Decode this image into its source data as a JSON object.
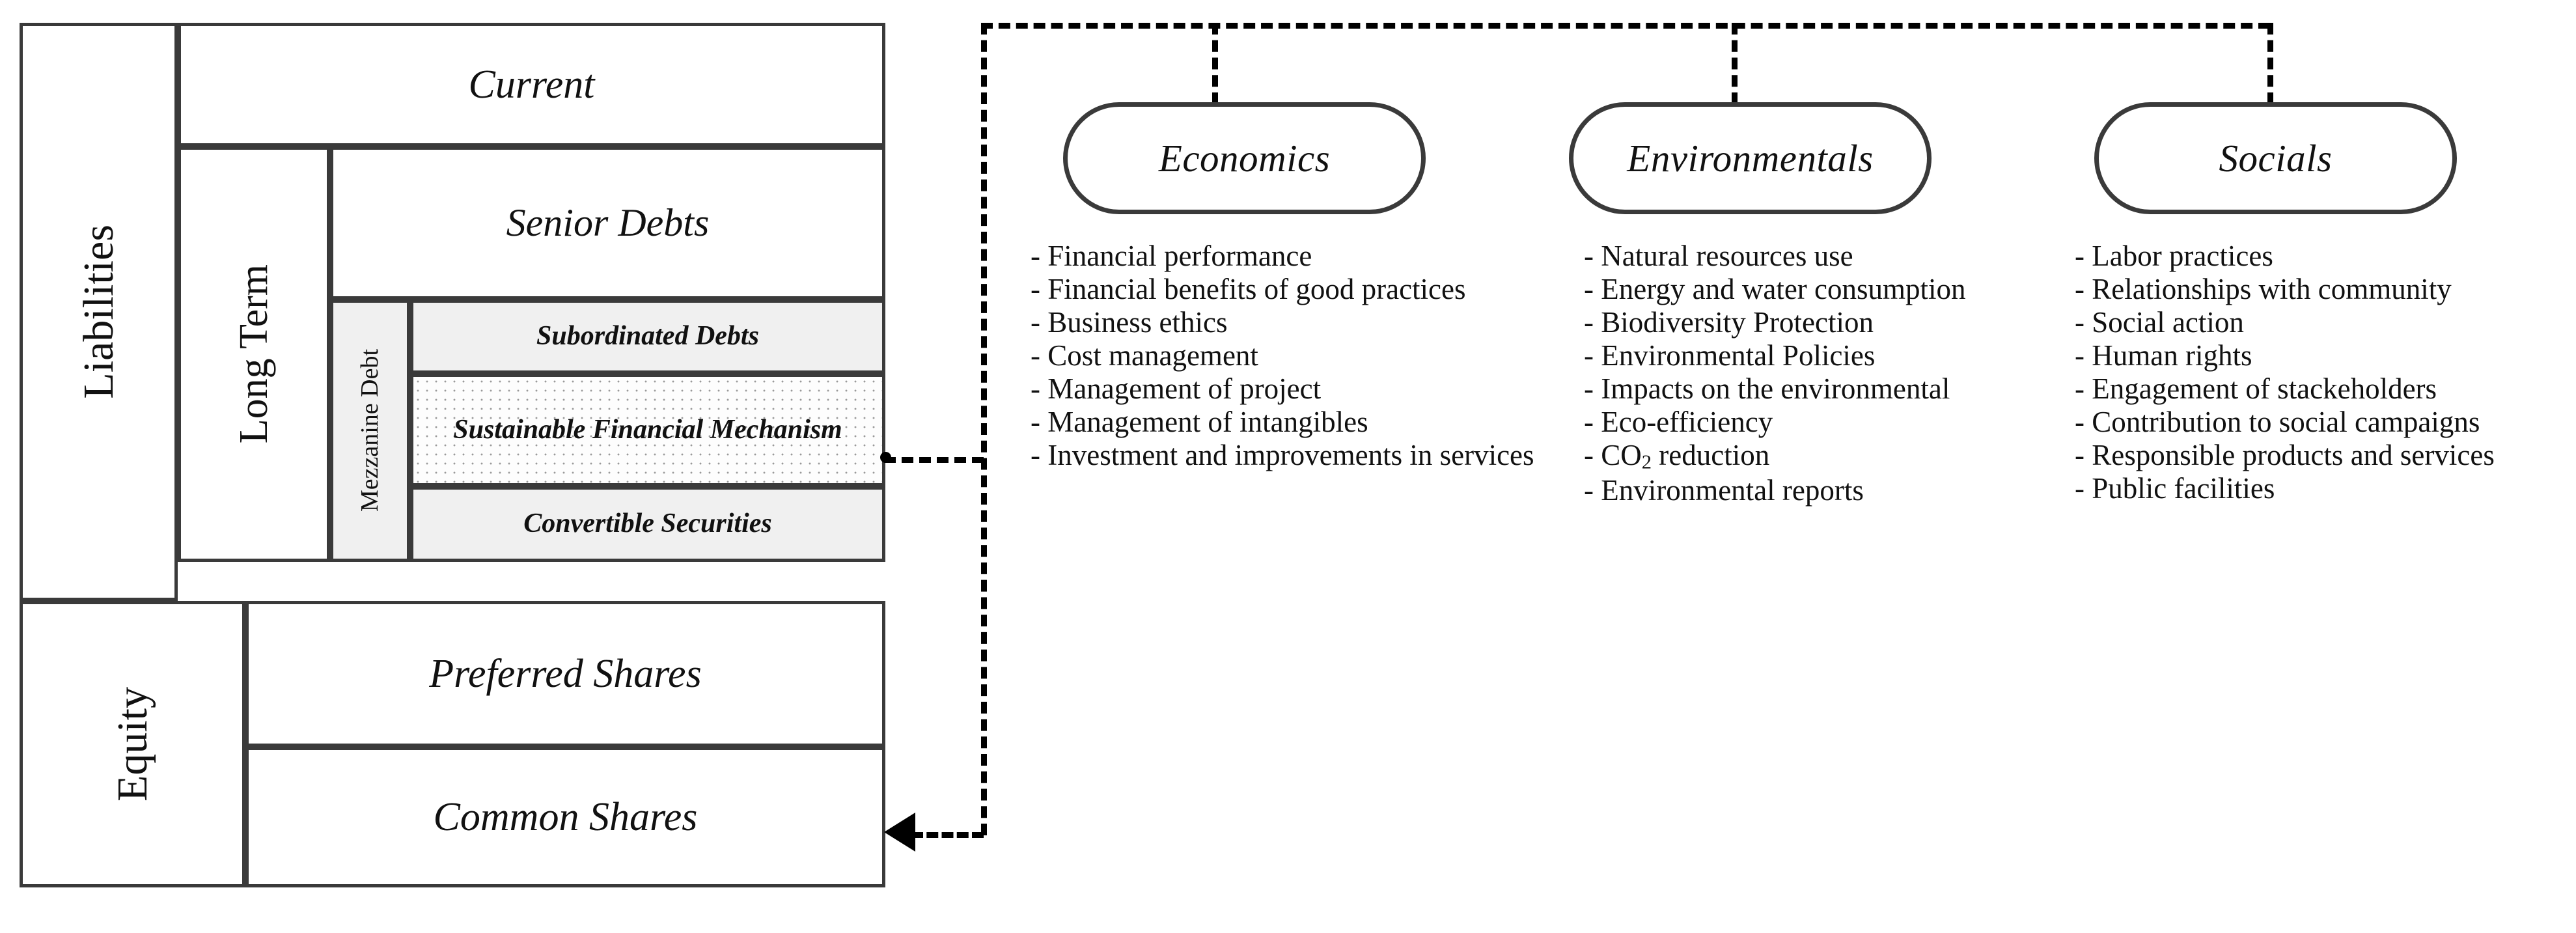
{
  "diagram": {
    "title_present": false,
    "balance_sheet": {
      "liabilities_label": "Liabilities",
      "long_term_label": "Long Term",
      "mezzanine_label": "Mezzanine\nDebt",
      "equity_label": "Equity",
      "current_label": "Current",
      "senior_debts_label": "Senior Debts",
      "subordinated_debts_label": "Subordinated Debts",
      "sustainable_mechanism_label": "Sustainable Financial\nMechanism",
      "convertible_securities_label": "Convertible Securities",
      "preferred_shares_label": "Preferred Shares",
      "common_shares_label": "Common Shares"
    },
    "pillars": [
      {
        "id": "economics",
        "label": "Economics",
        "items": [
          "- Financial performance",
          "- Financial benefits of good practices",
          "- Business ethics",
          "- Cost management",
          "- Management of project",
          "- Management of intangibles",
          "- Investment and improvements in services"
        ]
      },
      {
        "id": "environmentals",
        "label": "Environmentals",
        "items": [
          "- Natural resources use",
          "- Energy and water consumption",
          "- Biodiversity Protection",
          "- Environmental Policies",
          "- Impacts on the environmental",
          "- Eco-efficiency",
          "- CO2 reduction",
          "- Environmental reports"
        ]
      },
      {
        "id": "socials",
        "label": "Socials",
        "items": [
          "- Labor practices",
          "- Relationships with community",
          "- Social action",
          "- Human rights",
          "- Engagement of stackeholders",
          "- Contribution to social campaigns",
          "- Responsible products and services",
          "- Public facilities"
        ]
      }
    ],
    "colors": {
      "line": "#3a3a3a",
      "connector": "#000000",
      "cell_shade": "#f0f0f0",
      "highlight_fill": "#fdfdfd",
      "background": "#ffffff"
    }
  }
}
